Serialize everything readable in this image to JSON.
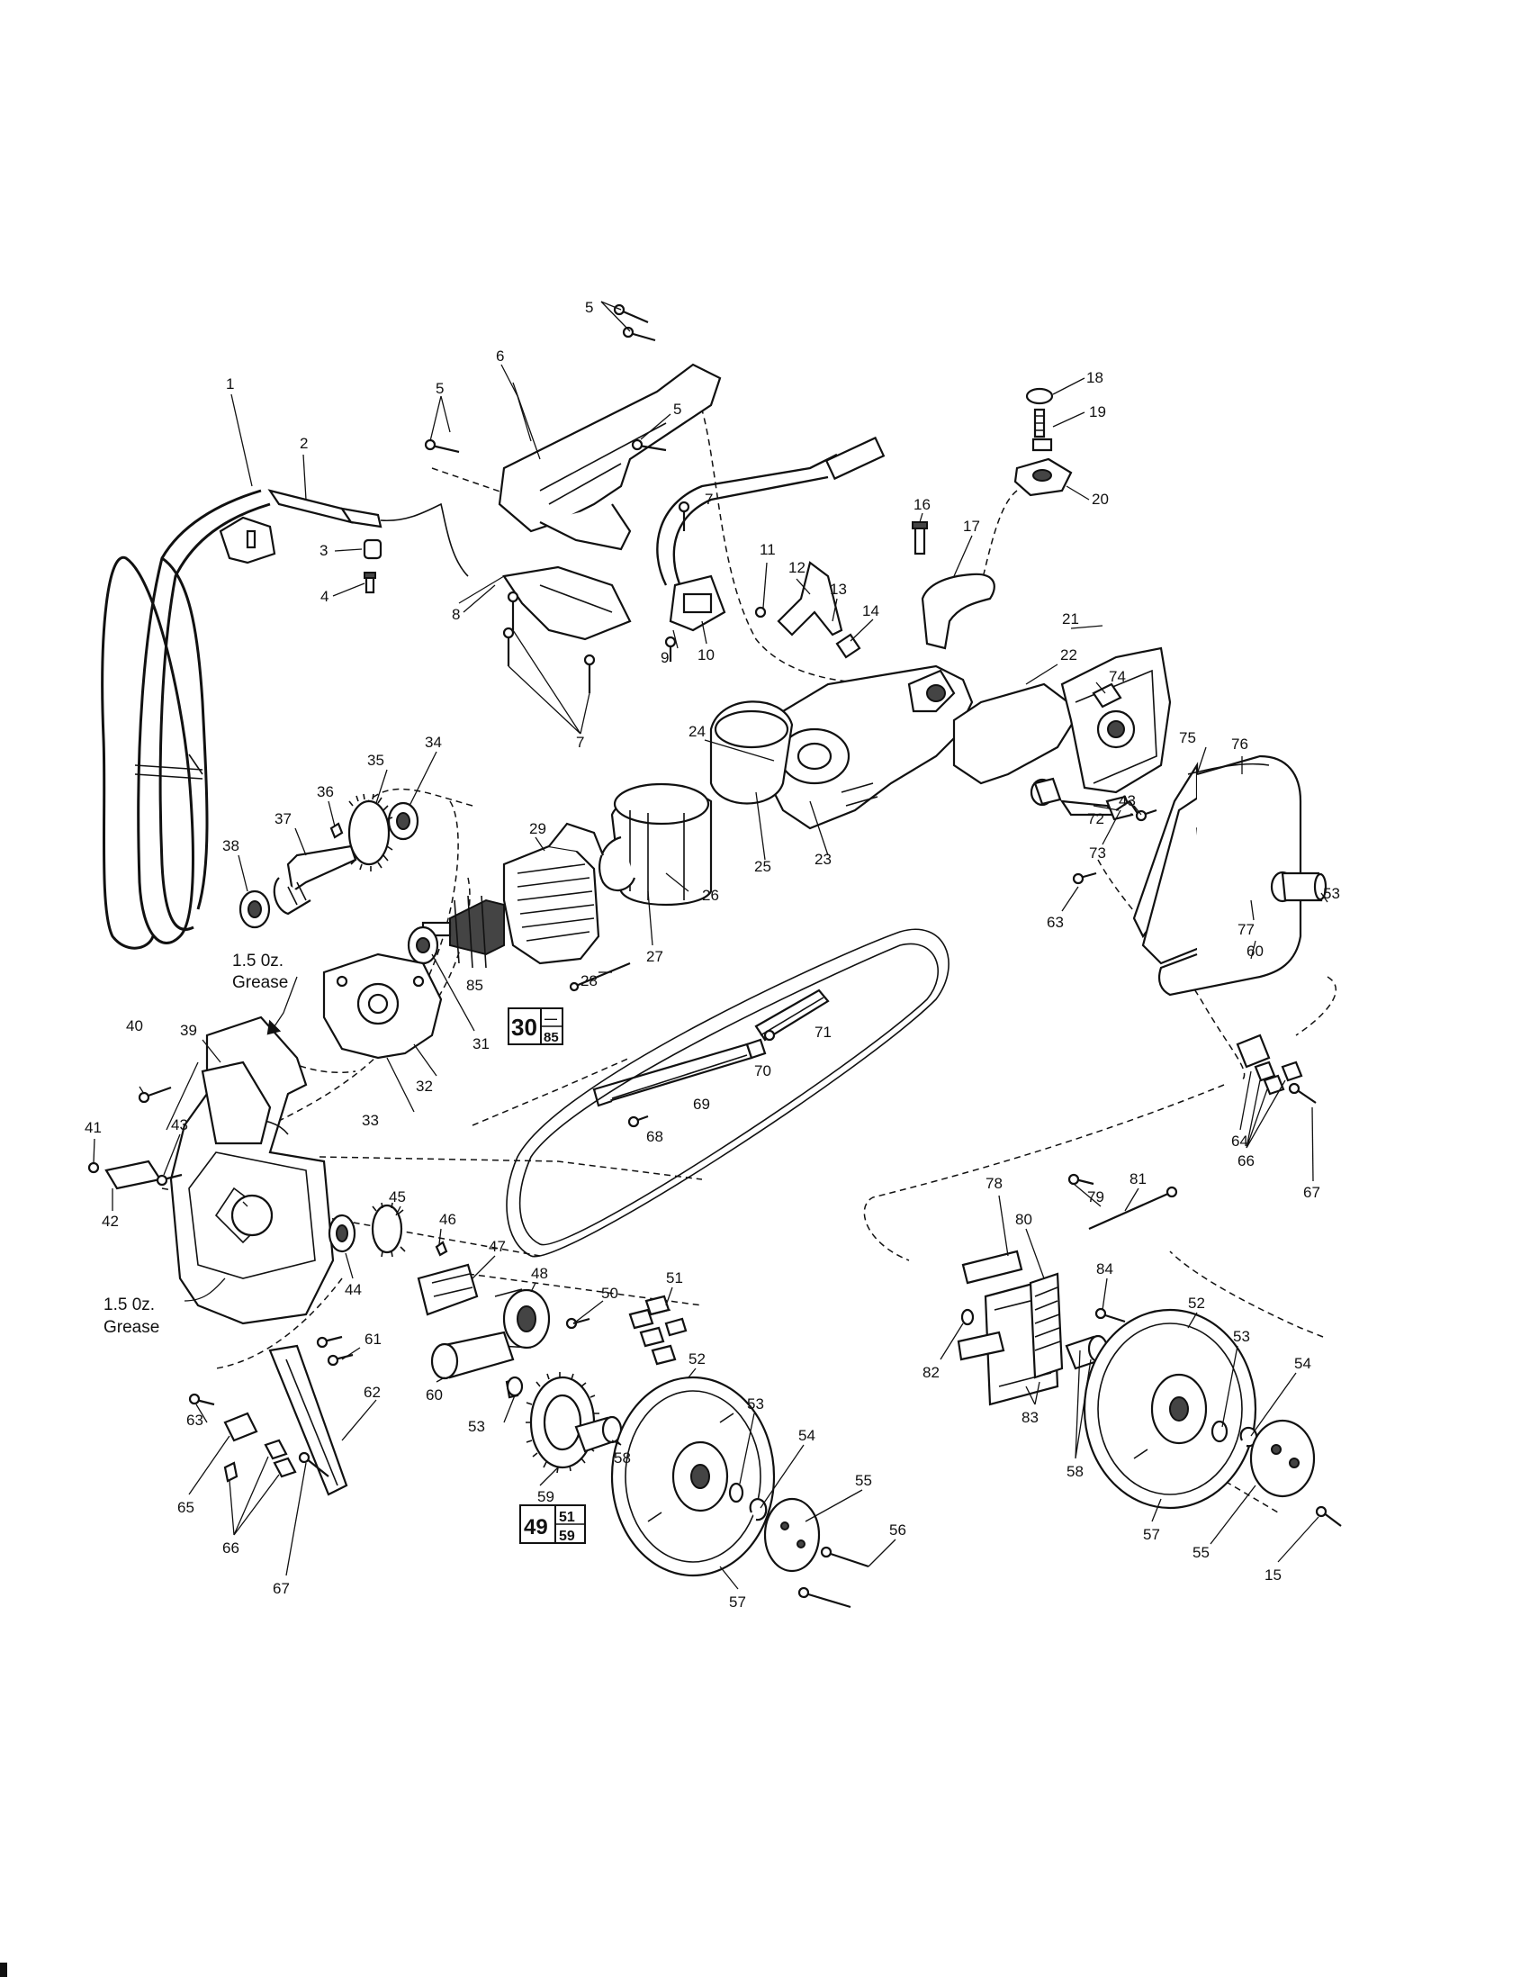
{
  "callouts": [
    {
      "id": "c1",
      "text": "1"
    },
    {
      "id": "c2",
      "text": "2"
    },
    {
      "id": "c3",
      "text": "3"
    },
    {
      "id": "c4",
      "text": "4"
    },
    {
      "id": "c5a",
      "text": "5"
    },
    {
      "id": "c5b",
      "text": "5"
    },
    {
      "id": "c5c",
      "text": "5"
    },
    {
      "id": "c6",
      "text": "6"
    },
    {
      "id": "c7a",
      "text": "7"
    },
    {
      "id": "c7b",
      "text": "7"
    },
    {
      "id": "c8",
      "text": "8"
    },
    {
      "id": "c9",
      "text": "9"
    },
    {
      "id": "c10",
      "text": "10"
    },
    {
      "id": "c11",
      "text": "11"
    },
    {
      "id": "c12",
      "text": "12"
    },
    {
      "id": "c13",
      "text": "13"
    },
    {
      "id": "c14",
      "text": "14"
    },
    {
      "id": "c16",
      "text": "16"
    },
    {
      "id": "c17",
      "text": "17"
    },
    {
      "id": "c18",
      "text": "18"
    },
    {
      "id": "c19",
      "text": "19"
    },
    {
      "id": "c20",
      "text": "20"
    },
    {
      "id": "c21",
      "text": "21"
    },
    {
      "id": "c22",
      "text": "22"
    },
    {
      "id": "c23",
      "text": "23"
    },
    {
      "id": "c24",
      "text": "24"
    },
    {
      "id": "c25",
      "text": "25"
    },
    {
      "id": "c26",
      "text": "26"
    },
    {
      "id": "c27",
      "text": "27"
    },
    {
      "id": "c28",
      "text": "28"
    },
    {
      "id": "c29",
      "text": "29"
    },
    {
      "id": "c31",
      "text": "31"
    },
    {
      "id": "c32",
      "text": "32"
    },
    {
      "id": "c33",
      "text": "33"
    },
    {
      "id": "c34",
      "text": "34"
    },
    {
      "id": "c35",
      "text": "35"
    },
    {
      "id": "c36",
      "text": "36"
    },
    {
      "id": "c37",
      "text": "37"
    },
    {
      "id": "c38",
      "text": "38"
    },
    {
      "id": "c39",
      "text": "39"
    },
    {
      "id": "c40",
      "text": "40"
    },
    {
      "id": "c41",
      "text": "41"
    },
    {
      "id": "c42",
      "text": "42"
    },
    {
      "id": "c43a",
      "text": "43"
    },
    {
      "id": "c43b",
      "text": "43"
    },
    {
      "id": "c44",
      "text": "44"
    },
    {
      "id": "c45",
      "text": "45"
    },
    {
      "id": "c46",
      "text": "46"
    },
    {
      "id": "c47",
      "text": "47"
    },
    {
      "id": "c48",
      "text": "48"
    },
    {
      "id": "c50",
      "text": "50"
    },
    {
      "id": "c51",
      "text": "51"
    },
    {
      "id": "c52a",
      "text": "52"
    },
    {
      "id": "c52b",
      "text": "52"
    },
    {
      "id": "c53a",
      "text": "53"
    },
    {
      "id": "c53b",
      "text": "53"
    },
    {
      "id": "c53c",
      "text": "53"
    },
    {
      "id": "c53d",
      "text": "53"
    },
    {
      "id": "c54a",
      "text": "54"
    },
    {
      "id": "c54b",
      "text": "54"
    },
    {
      "id": "c55a",
      "text": "55"
    },
    {
      "id": "c55b",
      "text": "55"
    },
    {
      "id": "c56",
      "text": "56"
    },
    {
      "id": "c57a",
      "text": "57"
    },
    {
      "id": "c57b",
      "text": "57"
    },
    {
      "id": "c58a",
      "text": "58"
    },
    {
      "id": "c58b",
      "text": "58"
    },
    {
      "id": "c59",
      "text": "59"
    },
    {
      "id": "c60a",
      "text": "60"
    },
    {
      "id": "c60b",
      "text": "60"
    },
    {
      "id": "c61",
      "text": "61"
    },
    {
      "id": "c62",
      "text": "62"
    },
    {
      "id": "c63a",
      "text": "63"
    },
    {
      "id": "c63b",
      "text": "63"
    },
    {
      "id": "c64",
      "text": "64"
    },
    {
      "id": "c65",
      "text": "65"
    },
    {
      "id": "c66a",
      "text": "66"
    },
    {
      "id": "c66b",
      "text": "66"
    },
    {
      "id": "c67a",
      "text": "67"
    },
    {
      "id": "c67b",
      "text": "67"
    },
    {
      "id": "c68",
      "text": "68"
    },
    {
      "id": "c69",
      "text": "69"
    },
    {
      "id": "c70",
      "text": "70"
    },
    {
      "id": "c71",
      "text": "71"
    },
    {
      "id": "c72",
      "text": "72"
    },
    {
      "id": "c73",
      "text": "73"
    },
    {
      "id": "c74",
      "text": "74"
    },
    {
      "id": "c75",
      "text": "75"
    },
    {
      "id": "c76",
      "text": "76"
    },
    {
      "id": "c77",
      "text": "77"
    },
    {
      "id": "c78",
      "text": "78"
    },
    {
      "id": "c79",
      "text": "79"
    },
    {
      "id": "c80",
      "text": "80"
    },
    {
      "id": "c81",
      "text": "81"
    },
    {
      "id": "c82",
      "text": "82"
    },
    {
      "id": "c83",
      "text": "83"
    },
    {
      "id": "c84",
      "text": "84"
    },
    {
      "id": "c85",
      "text": "85"
    },
    {
      "id": "c15",
      "text": "15"
    }
  ],
  "notes": {
    "grease_upper_1": "1.5 0z.",
    "grease_upper_2": "Grease",
    "grease_lower_1": "1.5 0z.",
    "grease_lower_2": "Grease"
  },
  "kits": [
    {
      "id": "kit30",
      "main": "30",
      "top": "—",
      "bottom": "85"
    },
    {
      "id": "kit49",
      "main": "49",
      "top": "51",
      "bottom": "59"
    }
  ]
}
